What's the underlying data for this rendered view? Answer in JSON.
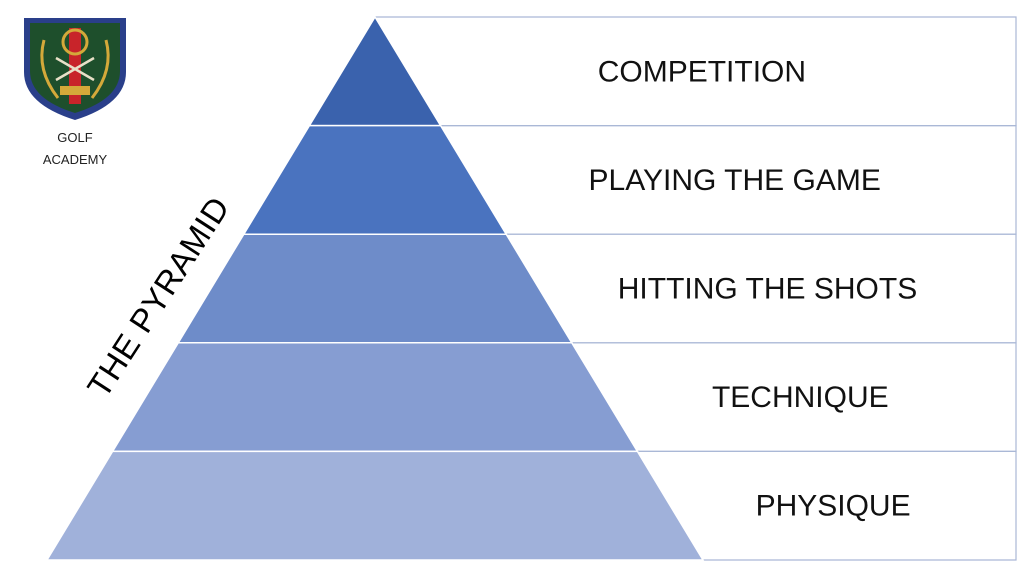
{
  "title": "THE PYRAMID",
  "logo": {
    "line1": "GOLF",
    "line2": "ACADEMY",
    "colors": {
      "shield": "#1e4f2c",
      "border": "#2a3f8a",
      "accent": "#d4a93a",
      "red": "#c8242a"
    }
  },
  "tiers": [
    {
      "label": "COMPETITION",
      "color": "#3a62ad"
    },
    {
      "label": "PLAYING THE GAME",
      "color": "#4a73bf"
    },
    {
      "label": "HITTING THE SHOTS",
      "color": "#6e8cc9"
    },
    {
      "label": "TECHNIQUE",
      "color": "#869dd2"
    },
    {
      "label": "PHYSIQUE",
      "color": "#a0b1da"
    }
  ]
}
